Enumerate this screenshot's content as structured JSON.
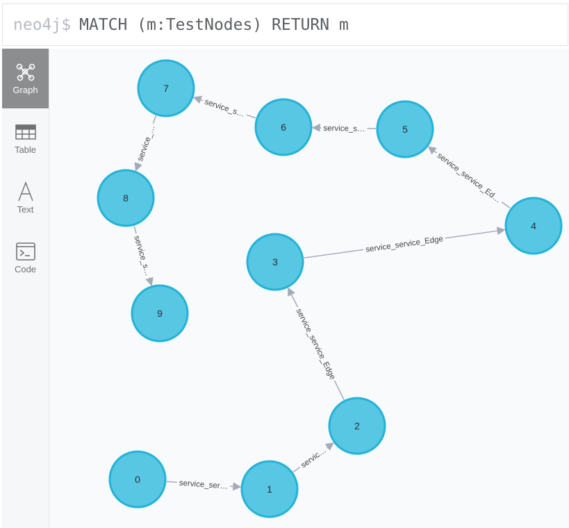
{
  "query": {
    "prompt": "neo4j$",
    "text": "MATCH (m:TestNodes) RETURN m"
  },
  "sidebar": {
    "items": [
      {
        "label": "Graph",
        "icon": "graph-icon",
        "active": true
      },
      {
        "label": "Table",
        "icon": "table-icon",
        "active": false
      },
      {
        "label": "Text",
        "icon": "text-icon",
        "active": false
      },
      {
        "label": "Code",
        "icon": "code-icon",
        "active": false
      }
    ]
  },
  "graph": {
    "nodes": [
      {
        "id": "0",
        "label": "0"
      },
      {
        "id": "1",
        "label": "1"
      },
      {
        "id": "2",
        "label": "2"
      },
      {
        "id": "3",
        "label": "3"
      },
      {
        "id": "4",
        "label": "4"
      },
      {
        "id": "5",
        "label": "5"
      },
      {
        "id": "6",
        "label": "6"
      },
      {
        "id": "7",
        "label": "7"
      },
      {
        "id": "8",
        "label": "8"
      },
      {
        "id": "9",
        "label": "9"
      }
    ],
    "relationships": [
      {
        "from": "0",
        "to": "1",
        "label": "service_ser…"
      },
      {
        "from": "1",
        "to": "2",
        "label": "servic…"
      },
      {
        "from": "2",
        "to": "3",
        "label": "service_service_Edge"
      },
      {
        "from": "3",
        "to": "4",
        "label": "service_service_Edge"
      },
      {
        "from": "4",
        "to": "5",
        "label": "service_service_Ed…"
      },
      {
        "from": "5",
        "to": "6",
        "label": "service_s…"
      },
      {
        "from": "6",
        "to": "7",
        "label": "service_s…"
      },
      {
        "from": "7",
        "to": "8",
        "label": "service_…"
      },
      {
        "from": "8",
        "to": "9",
        "label": "service_s…"
      }
    ]
  },
  "colors": {
    "node_fill": "#57c7e3",
    "node_stroke": "#23b3d7",
    "edge": "#a5abb6",
    "active_tab": "#8b8d8f"
  }
}
